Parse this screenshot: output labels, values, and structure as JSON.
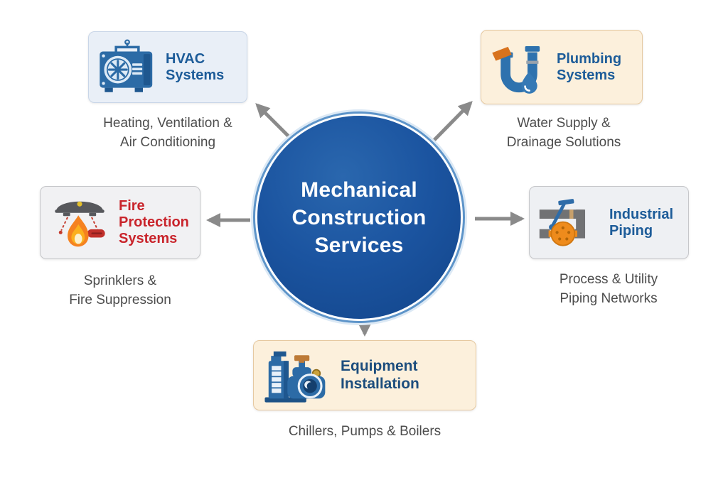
{
  "center": {
    "title": "Mechanical\nConstruction\nServices"
  },
  "nodes": [
    {
      "id": "hvac-systems",
      "title": "HVAC\nSystems",
      "subtitle": "Heating, Ventilation &\nAir Conditioning",
      "icon": "hvac-unit-icon"
    },
    {
      "id": "plumbing-systems",
      "title": "Plumbing\nSystems",
      "subtitle": "Water Supply &\nDrainage Solutions",
      "icon": "u-pipe-water-drop-icon"
    },
    {
      "id": "fire-protection-systems",
      "title": "Fire\nProtection\nSystems",
      "subtitle": "Sprinklers &\nFire Suppression",
      "icon": "sprinkler-flame-icon"
    },
    {
      "id": "industrial-piping",
      "title": "Industrial\nPiping",
      "subtitle": "Process & Utility\nPiping Networks",
      "icon": "pipe-valve-icon"
    },
    {
      "id": "equipment-installation",
      "title": "Equipment\nInstallation",
      "subtitle": "Chillers, Pumps & Boilers",
      "icon": "pump-boiler-icon"
    }
  ],
  "colors": {
    "arrow": "#8a8a8a",
    "circle_fill": "#1b54a0",
    "circle_ring_inner": "#ffffff",
    "circle_ring_mid": "#5d94c9",
    "circle_ring_outer": "#dce9f5",
    "title_blue": "#1d5c99",
    "title_red": "#c9242b",
    "title_navy": "#1c4d7d",
    "subtitle_gray": "#4c4c4c",
    "card_blue_bg": "#e9eff7",
    "card_peach_bg": "#fcf0dc",
    "card_gray_bg": "#f1f1f3"
  }
}
